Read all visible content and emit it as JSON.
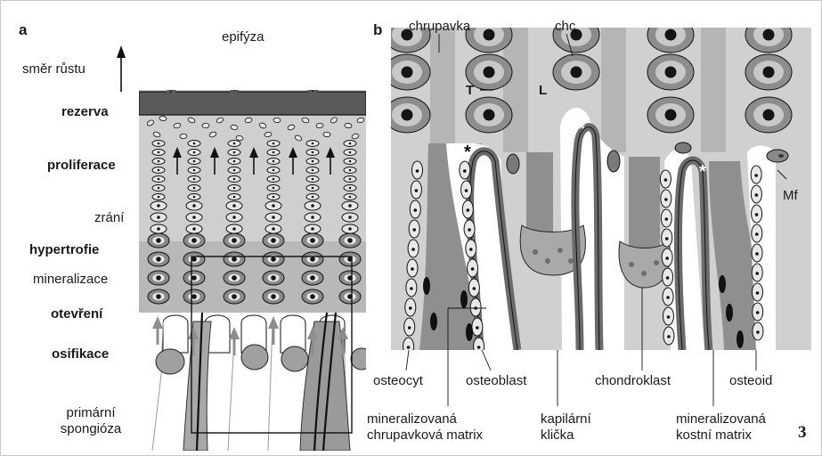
{
  "panel_a": {
    "letter": "a",
    "top_label": "epifýza",
    "growth_direction": "směr růstu",
    "zones": [
      {
        "text": "rezerva",
        "bold": true
      },
      {
        "text": "proliferace",
        "bold": true
      },
      {
        "text": "zrání",
        "bold": false
      },
      {
        "text": "hypertrofie",
        "bold": true
      },
      {
        "text": "mineralizace",
        "bold": false
      },
      {
        "text": "otevření",
        "bold": true
      },
      {
        "text": "osifikace",
        "bold": true
      }
    ],
    "bottom_label_line1": "primární",
    "bottom_label_line2": "spongióza"
  },
  "panel_b": {
    "letter": "b",
    "labels": {
      "cartilage": "chrupavka",
      "chc": "chc",
      "T": "T",
      "L": "L",
      "Mf": "Mf",
      "osteocyte": "osteocyt",
      "osteoblast": "osteoblast",
      "chondroclast": "chondroklast",
      "osteoid": "osteoid",
      "min_cart_matrix_line1": "mineralizovaná",
      "min_cart_matrix_line2": "chrupavková matrix",
      "capillary_line1": "kapilární",
      "capillary_line2": "klička",
      "min_bone_matrix_line1": "mineralizovaná",
      "min_bone_matrix_line2": "kostní matrix"
    }
  },
  "figure_number": "3",
  "colors": {
    "epiphysis": "#5a5a5a",
    "cartilage": "#c9c9c9",
    "matrix": "#8f8f8f",
    "cell": "#e6e6e6",
    "nucleus": "#151515"
  }
}
